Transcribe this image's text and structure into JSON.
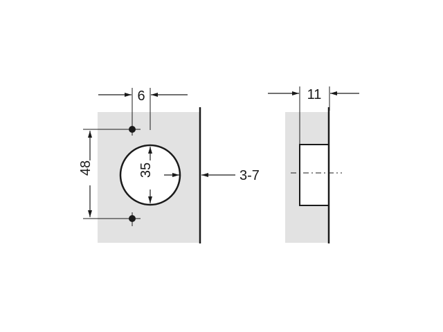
{
  "diagram": {
    "type": "technical-drawing",
    "subject": "concealed hinge cup mounting dimensions",
    "colors": {
      "background": "#ffffff",
      "panel_fill": "#e2e2e2",
      "line": "#1a1a1a",
      "cup_fill": "#ffffff"
    },
    "front_view": {
      "dimensions": {
        "hole_offset": "6",
        "hole_spacing": "48",
        "cup_diameter": "35",
        "edge_distance": "3-7"
      }
    },
    "side_view": {
      "dimensions": {
        "cup_depth": "11"
      }
    }
  }
}
